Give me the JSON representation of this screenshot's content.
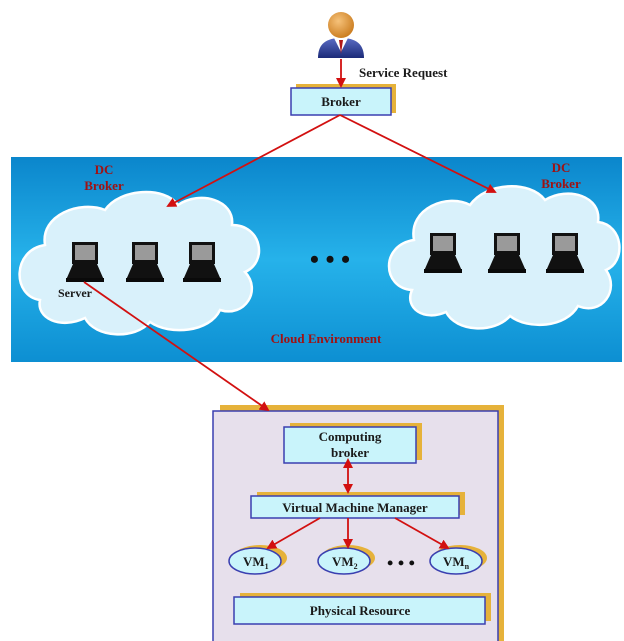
{
  "labels": {
    "service_request": "Service Request",
    "broker": "Broker",
    "dc_broker_left": [
      "DC",
      "Broker"
    ],
    "dc_broker_right": [
      "DC",
      "Broker"
    ],
    "ellipsis": "• • •",
    "server": "Server",
    "cloud_environment": "Cloud Environment",
    "computing_broker": [
      "Computing",
      "broker"
    ],
    "virtual_machine_manager": "Virtual Machine Manager",
    "vm1": {
      "base": "VM",
      "sub": "1"
    },
    "vm2": {
      "base": "VM",
      "sub": "2"
    },
    "vmn": {
      "base": "VM",
      "sub": "n"
    },
    "vm_ellipsis": "• • •",
    "physical_resource": "Physical Resource"
  },
  "icons": [
    "user-icon",
    "laptop-icon"
  ],
  "colors": {
    "arrow": "#d21010",
    "label_red": "#a01212",
    "text_dark": "#1a1a1a",
    "box_fill": "#c9f4fb",
    "box_shadow": "#e6b23a",
    "box_border": "#3a3fb0",
    "panel_fill": "#e7e0ec",
    "band_top": "#0e8fd4",
    "band_bottom": "#18a9e6",
    "cloud_fill": "#d9f1fb"
  }
}
